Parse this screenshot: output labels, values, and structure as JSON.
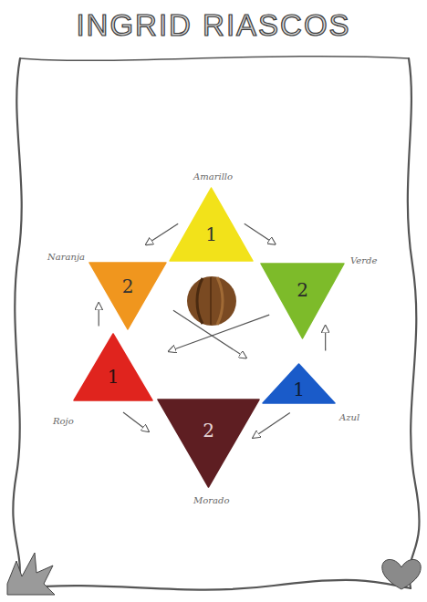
{
  "diagram": {
    "title": "INGRID RIASCOS",
    "nodes": [
      {
        "text": [
          "1"
        ]
      },
      {
        "text": [
          "2"
        ]
      },
      {
        "text": [
          "2"
        ]
      },
      {
        "text": [
          "1"
        ]
      },
      {
        "text": [
          "1"
        ]
      },
      {
        "text": [
          "2"
        ]
      }
    ],
    "edges": [
      {
        "from": 0,
        "to": 1,
        "arrow": "to"
      },
      {
        "from": 0,
        "to": 2,
        "arrow": "to"
      },
      {
        "from": 3,
        "to": 1,
        "arrow": "to"
      },
      {
        "from": 4,
        "to": 2,
        "arrow": "to"
      },
      {
        "from": 3,
        "to": 5,
        "arrow": "to"
      },
      {
        "from": 4,
        "to": 5,
        "arrow": "to"
      },
      {
        "from": 2,
        "to": 3,
        "arrow": "to"
      },
      {
        "from": 1,
        "to": 4,
        "arrow": "to"
      }
    ],
    "labels": [
      "Amarillo",
      "Naranja",
      "Verde",
      "Rojo",
      "Azul",
      "Morado"
    ]
  }
}
